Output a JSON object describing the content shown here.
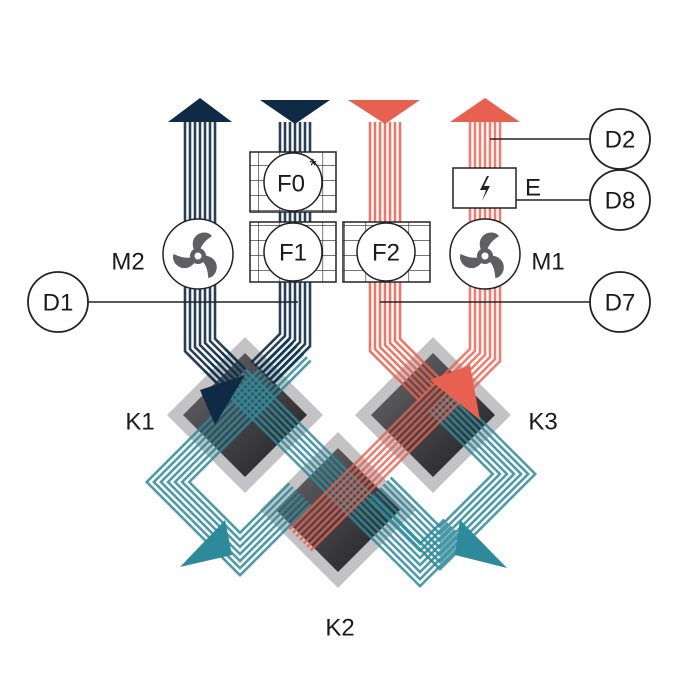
{
  "colors": {
    "navy": "#0f2a44",
    "red": "#e8604f",
    "teal": "#2e8a9a",
    "gray": "#c3c3c6"
  },
  "labels": {
    "f0": "F0",
    "f0_mark": "*",
    "f1": "F1",
    "f2": "F2",
    "m1": "M1",
    "m2": "M2",
    "e": "E",
    "d1": "D1",
    "d2": "D2",
    "d7": "D7",
    "d8": "D8",
    "k1": "K1",
    "k2": "K2",
    "k3": "K3"
  },
  "icons": {
    "fan": "fan-icon",
    "heater": "lightning-icon"
  }
}
